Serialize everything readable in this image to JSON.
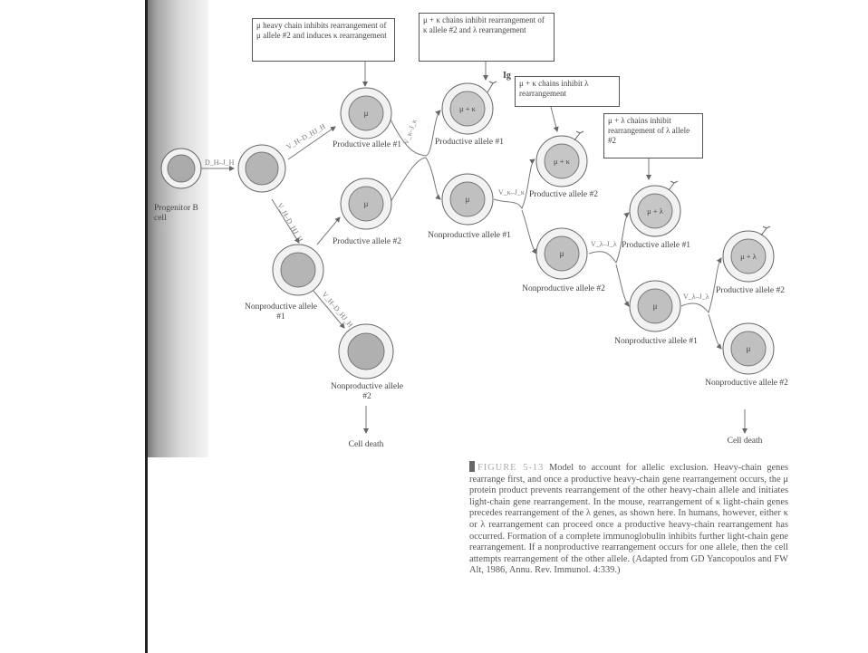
{
  "figure": {
    "boxes": [
      "μ heavy chain inhibits rearrangement of μ allele #2 and induces κ rearrangement",
      "μ + κ chains inhibit rearrangement of κ allele #2 and λ rearrangement",
      "μ + κ chains inhibit λ rearrangement",
      "μ + λ chains inhibit rearrangement of λ allele #2"
    ],
    "cells": {
      "progenitor": "",
      "pre": "",
      "mu1": "μ",
      "mu2": "μ",
      "nonprod_h1": "",
      "nonprod_h2": "",
      "muk1": "μ + κ",
      "mu_np_k1": "μ",
      "muk2": "μ + κ",
      "mu_np_k2": "μ",
      "mul1": "μ + λ",
      "mu_np_l1": "μ",
      "mul2": "μ + λ",
      "mu_np_l2": "μ"
    },
    "labels": {
      "progenitor": "Progenitor B cell",
      "prod_h1": "Productive allele #1",
      "prod_h2": "Productive allele #2",
      "nonprod_h1": "Nonproductive allele #1",
      "nonprod_h2": "Nonproductive allele #2",
      "prod_k1": "Productive allele #1",
      "nonprod_k1": "Nonproductive allele #1",
      "prod_k2": "Productive allele #2",
      "nonprod_k2": "Nonproductive allele #2",
      "prod_l1": "Productive allele #1",
      "nonprod_l1": "Nonproductive allele #1",
      "prod_l2": "Productive allele #2",
      "nonprod_l2": "Nonproductive allele #2",
      "cell_death_1": "Cell death",
      "cell_death_2": "Cell death",
      "ig": "Ig"
    },
    "arrow_labels": {
      "dh_jh": "D_H–J_H",
      "vh_dhjh_1": "V_H–D_HJ_H",
      "vh_dhjh_2": "V_H–D_HJ_H",
      "vh_dhjh_3": "V_H–D_HJ_H",
      "vk_jk_1": "V_κ–J_κ",
      "vk_jk_2": "V_κ–J_κ",
      "vl_jl_1": "V_λ–J_λ",
      "vl_jl_2": "V_λ–J_λ"
    }
  },
  "caption": {
    "figure_number": "FIGURE 5-13",
    "text": "Model to account for allelic exclusion. Heavy-chain genes rearrange first, and once a productive heavy-chain gene rearrangement occurs, the μ protein product prevents rearrangement of the other heavy-chain allele and initiates light-chain gene rearrangement. In the mouse, rearrangement of κ light-chain genes precedes rearrangement of the λ genes, as shown here. In humans, however, either κ or λ rearrangement can proceed once a productive heavy-chain rearrangement has occurred. Formation of a complete immunoglobulin inhibits further light-chain gene rearrangement. If a nonproductive rearrangement occurs for one allele, then the cell attempts rearrangement of the other allele. (Adapted from GD Yancopoulos and FW Alt, 1986, Annu. Rev. Immunol. 4:339.)"
  },
  "colors": {
    "nucleus": "#b0b0b0",
    "cell": "#f2f2f2",
    "line": "#666666"
  }
}
